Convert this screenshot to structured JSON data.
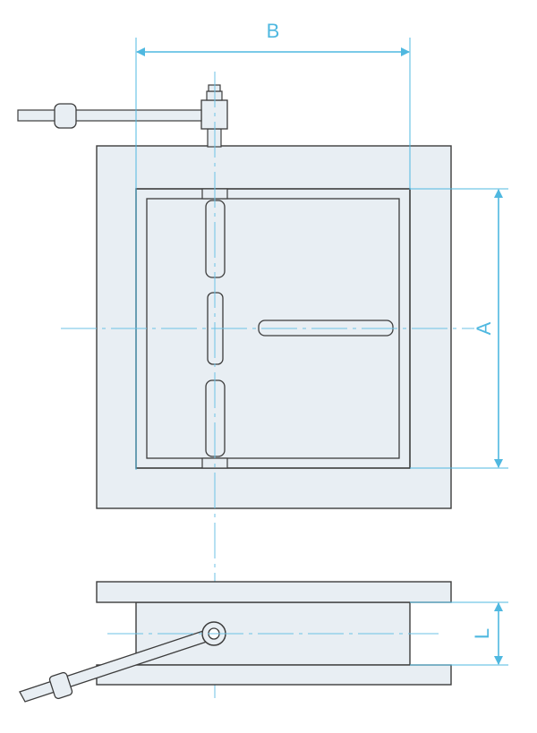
{
  "labels": {
    "width": "B",
    "height": "A",
    "length": "L"
  },
  "colors": {
    "background": "#ffffff",
    "part_fill": "#e8eef3",
    "outline": "#3c3c3c",
    "dimension": "#4fb8e0",
    "centerline": "#6cc2e6"
  }
}
